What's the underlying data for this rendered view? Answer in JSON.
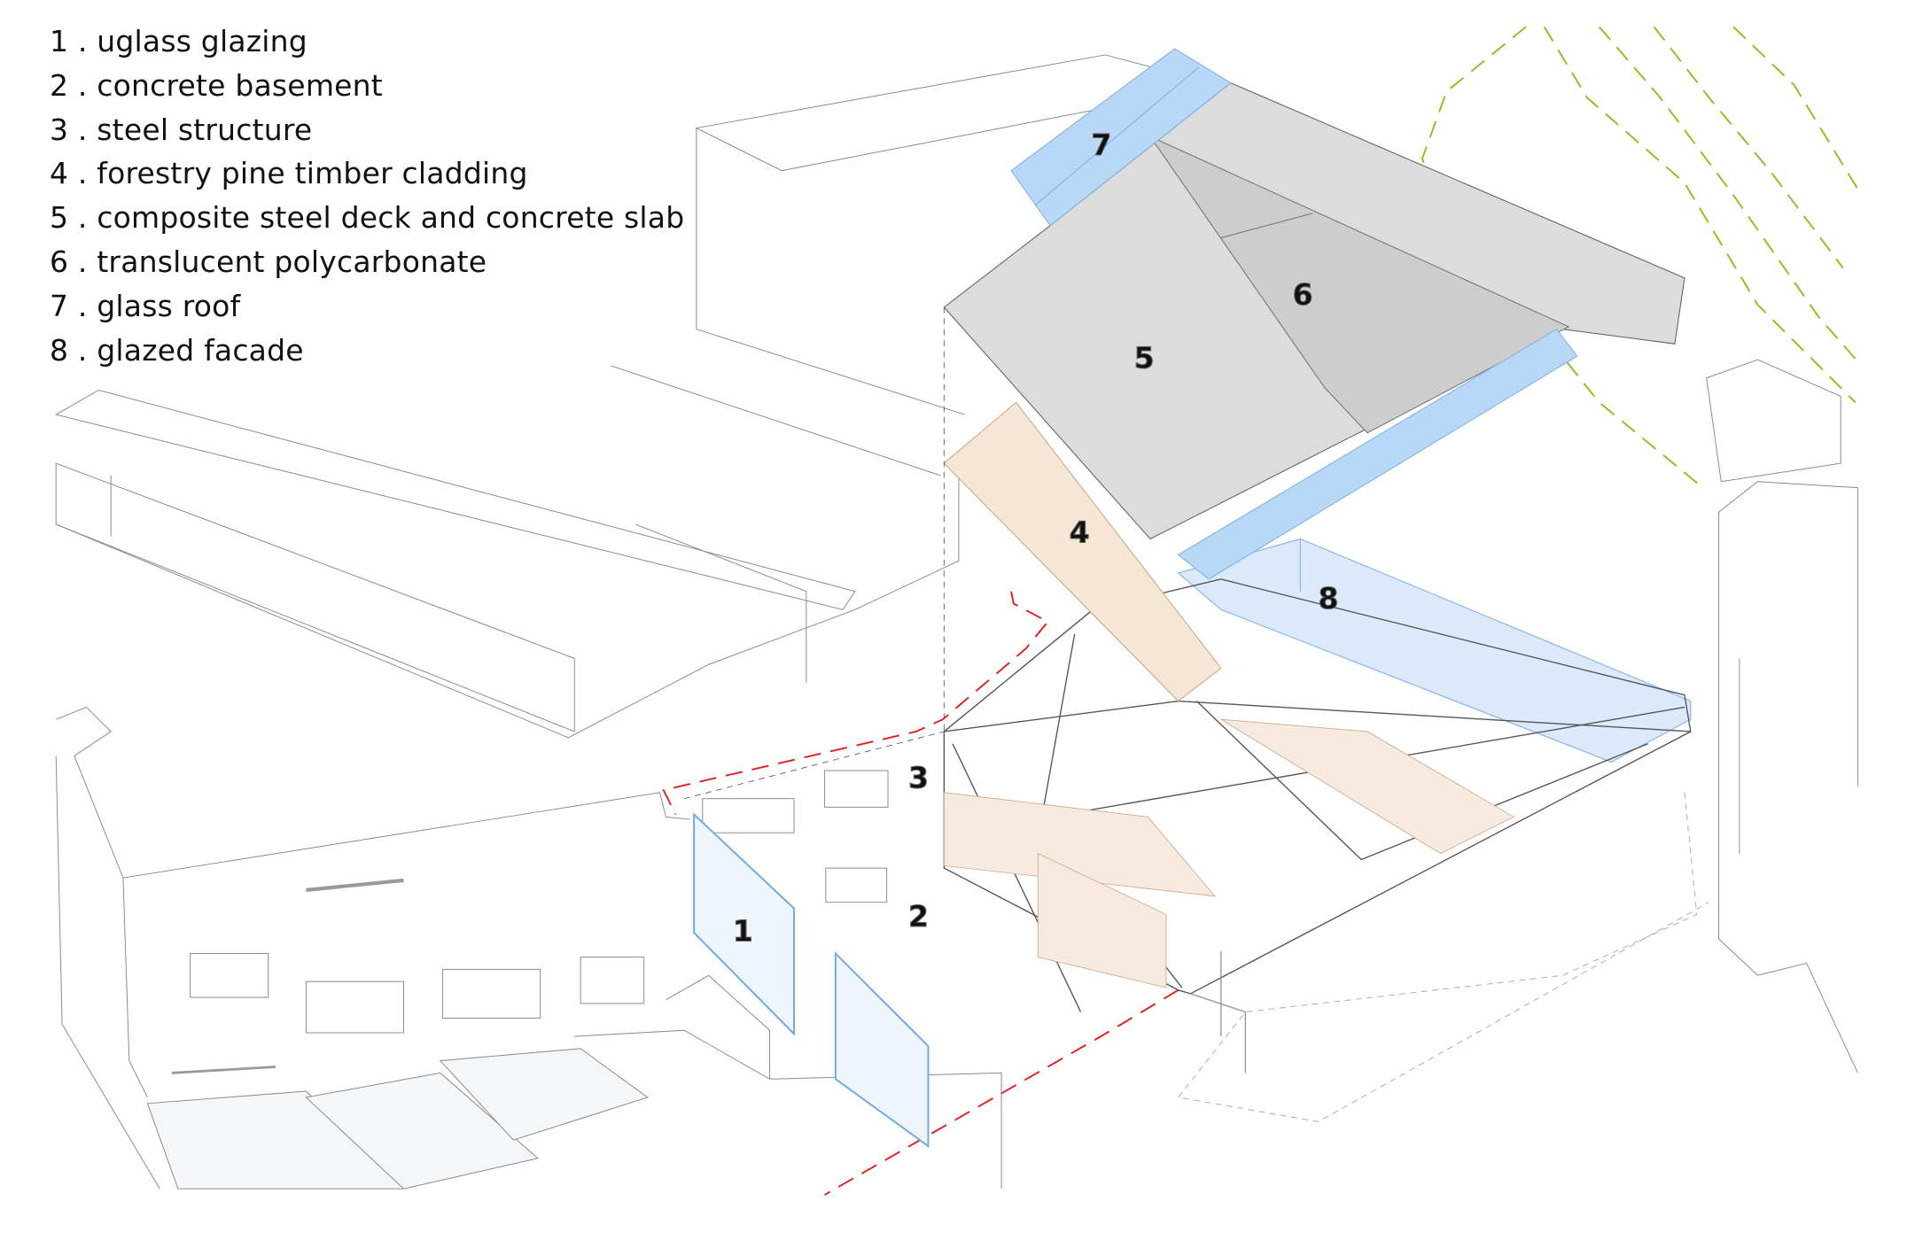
{
  "legend": [
    {
      "num": "1 .",
      "text": "uglass glazing"
    },
    {
      "num": "2 .",
      "text": "concrete basement"
    },
    {
      "num": "3 .",
      "text": "steel structure"
    },
    {
      "num": "4 .",
      "text": "forestry pine timber cladding"
    },
    {
      "num": "5 .",
      "text": "composite steel deck and concrete slab"
    },
    {
      "num": "6 .",
      "text": "translucent polycarbonate"
    },
    {
      "num": "7 .",
      "text": "glass roof"
    },
    {
      "num": "8 .",
      "text": "glazed facade"
    }
  ],
  "labels": {
    "l1": "1",
    "l2": "2",
    "l3": "3",
    "l4": "4",
    "l5": "5",
    "l6": "6",
    "l7": "7",
    "l8": "8"
  },
  "colors": {
    "glass": "#b9d7f7",
    "glass_stroke": "#7fb3e8",
    "slab": "#dcdcdc",
    "polycarbonate": "#cdcdcd",
    "timber": "#f6e6d6",
    "site_line": "#e02020",
    "contour": "#8cbf1f",
    "line": "#555555"
  }
}
